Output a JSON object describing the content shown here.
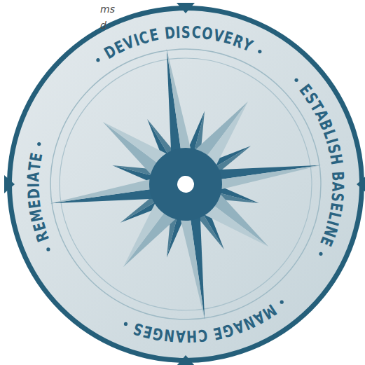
{
  "diagram": {
    "labels": [
      "ms",
      "d",
      "DEVICE DISCOVERY",
      "ESTABLISH BASELINE",
      "MANAGE CHANGES",
      "REMEDIATE"
    ]
  }
}
